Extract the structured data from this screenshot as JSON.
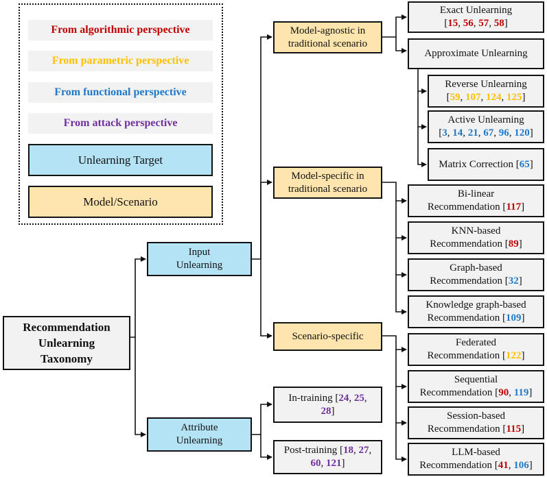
{
  "colors": {
    "algorithmic": "#c00000",
    "parametric": "#ffc000",
    "functional": "#1f78c8",
    "attack": "#7030a0",
    "target_fill": "#b3e3f5",
    "model_fill": "#fde5ad",
    "leaf_fill": "#f2f2f2"
  },
  "legend": {
    "algorithmic": "From algorithmic perspective",
    "parametric": "From parametric perspective",
    "functional": "From functional perspective",
    "attack": "From attack perspective",
    "target": "Unlearning Target",
    "model": "Model/Scenario"
  },
  "nodes": {
    "root": {
      "lines": [
        [
          {
            "t": "Recommendation"
          }
        ],
        [
          {
            "t": "Unlearning"
          }
        ],
        [
          {
            "t": "Taxonomy"
          }
        ]
      ]
    },
    "input": {
      "lines": [
        [
          {
            "t": "Input"
          }
        ],
        [
          {
            "t": "Unlearning"
          }
        ]
      ]
    },
    "attribute": {
      "lines": [
        [
          {
            "t": "Attribute"
          }
        ],
        [
          {
            "t": "Unlearning"
          }
        ]
      ]
    },
    "model_agnostic": {
      "lines": [
        [
          {
            "t": "Model-agnostic in"
          }
        ],
        [
          {
            "t": "traditional scenario"
          }
        ]
      ]
    },
    "model_specific": {
      "lines": [
        [
          {
            "t": "Model-specific in"
          }
        ],
        [
          {
            "t": "traditional scenario"
          }
        ]
      ]
    },
    "scenario_specific": {
      "lines": [
        [
          {
            "t": "Scenario-specific"
          }
        ]
      ]
    },
    "exact": {
      "lines": [
        [
          {
            "t": "Exact Unlearning"
          }
        ],
        [
          {
            "t": "["
          },
          {
            "t": "15",
            "c": "algorithmic"
          },
          {
            "t": ", "
          },
          {
            "t": "56",
            "c": "algorithmic"
          },
          {
            "t": ", "
          },
          {
            "t": "57",
            "c": "algorithmic"
          },
          {
            "t": ", "
          },
          {
            "t": "58",
            "c": "algorithmic"
          },
          {
            "t": "]"
          }
        ]
      ]
    },
    "approximate": {
      "lines": [
        [
          {
            "t": "Approximate Unlearning"
          }
        ]
      ]
    },
    "reverse": {
      "lines": [
        [
          {
            "t": "Reverse Unlearning"
          }
        ],
        [
          {
            "t": "["
          },
          {
            "t": "59",
            "c": "parametric"
          },
          {
            "t": ", "
          },
          {
            "t": "107",
            "c": "parametric"
          },
          {
            "t": ", "
          },
          {
            "t": "124",
            "c": "parametric"
          },
          {
            "t": ", "
          },
          {
            "t": "125",
            "c": "parametric"
          },
          {
            "t": "]"
          }
        ]
      ]
    },
    "active": {
      "lines": [
        [
          {
            "t": "Active Unlearning"
          }
        ],
        [
          {
            "t": "["
          },
          {
            "t": "3",
            "c": "functional"
          },
          {
            "t": ", "
          },
          {
            "t": "14",
            "c": "functional"
          },
          {
            "t": ", "
          },
          {
            "t": "21",
            "c": "functional"
          },
          {
            "t": ", "
          },
          {
            "t": "67",
            "c": "functional"
          },
          {
            "t": ", "
          },
          {
            "t": "96",
            "c": "functional"
          },
          {
            "t": ", "
          },
          {
            "t": "120",
            "c": "functional"
          },
          {
            "t": "]"
          }
        ]
      ]
    },
    "matrix": {
      "lines": [
        [
          {
            "t": "Matrix Correction ["
          },
          {
            "t": "65",
            "c": "functional"
          },
          {
            "t": "]"
          }
        ]
      ]
    },
    "bilinear": {
      "lines": [
        [
          {
            "t": "Bi-linear"
          }
        ],
        [
          {
            "t": "Recommendation ["
          },
          {
            "t": "117",
            "c": "algorithmic"
          },
          {
            "t": "]"
          }
        ]
      ]
    },
    "knn": {
      "lines": [
        [
          {
            "t": "KNN-based"
          }
        ],
        [
          {
            "t": "Recommendation ["
          },
          {
            "t": "89",
            "c": "algorithmic"
          },
          {
            "t": "]"
          }
        ]
      ]
    },
    "graph": {
      "lines": [
        [
          {
            "t": "Graph-based"
          }
        ],
        [
          {
            "t": "Recommendation ["
          },
          {
            "t": "32",
            "c": "functional"
          },
          {
            "t": "]"
          }
        ]
      ]
    },
    "kg": {
      "lines": [
        [
          {
            "t": "Knowledge graph-based"
          }
        ],
        [
          {
            "t": "Recommendation ["
          },
          {
            "t": "109",
            "c": "functional"
          },
          {
            "t": "]"
          }
        ]
      ]
    },
    "federated": {
      "lines": [
        [
          {
            "t": "Federated"
          }
        ],
        [
          {
            "t": "Recommendation ["
          },
          {
            "t": "122",
            "c": "parametric"
          },
          {
            "t": "]"
          }
        ]
      ]
    },
    "sequential": {
      "lines": [
        [
          {
            "t": "Sequential"
          }
        ],
        [
          {
            "t": "Recommendation ["
          },
          {
            "t": "90",
            "c": "algorithmic"
          },
          {
            "t": ", "
          },
          {
            "t": "119",
            "c": "functional"
          },
          {
            "t": "]"
          }
        ]
      ]
    },
    "session": {
      "lines": [
        [
          {
            "t": "Session-based"
          }
        ],
        [
          {
            "t": "Recommendation ["
          },
          {
            "t": "115",
            "c": "algorithmic"
          },
          {
            "t": "]"
          }
        ]
      ]
    },
    "llm": {
      "lines": [
        [
          {
            "t": "LLM-based"
          }
        ],
        [
          {
            "t": "Recommendation ["
          },
          {
            "t": "41",
            "c": "algorithmic"
          },
          {
            "t": ", "
          },
          {
            "t": "106",
            "c": "functional"
          },
          {
            "t": "]"
          }
        ]
      ]
    },
    "intraining": {
      "lines": [
        [
          {
            "t": "In-training ["
          },
          {
            "t": "24",
            "c": "attack"
          },
          {
            "t": ", "
          },
          {
            "t": "25",
            "c": "attack"
          },
          {
            "t": ","
          }
        ],
        [
          {
            "t": "28",
            "c": "attack"
          },
          {
            "t": "]"
          }
        ]
      ]
    },
    "posttraining": {
      "lines": [
        [
          {
            "t": "Post-training ["
          },
          {
            "t": "18",
            "c": "attack"
          },
          {
            "t": ", "
          },
          {
            "t": "27",
            "c": "attack"
          },
          {
            "t": ","
          }
        ],
        [
          {
            "t": "60",
            "c": "attack"
          },
          {
            "t": ", "
          },
          {
            "t": "121",
            "c": "attack"
          },
          {
            "t": "]"
          }
        ]
      ]
    }
  }
}
